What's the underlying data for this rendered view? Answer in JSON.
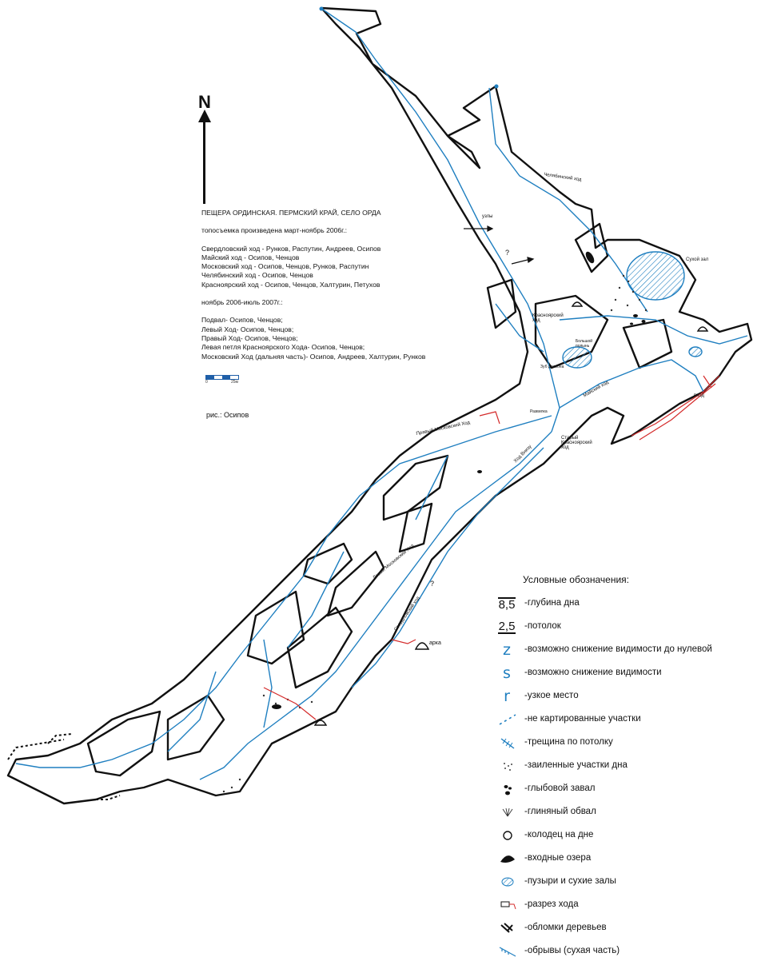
{
  "map": {
    "north_label": "N",
    "info_lines": [
      "ПЕЩЕРА ОРДИНСКАЯ. ПЕРМСКИЙ КРАЙ, СЕЛО ОРДА",
      "",
      "топосъемка произведена март-ноябрь 2006г.:",
      "",
      "Свердловский ход - Рунков, Распутин, Андреев, Осипов",
      "Майский ход - Осипов, Ченцов",
      "Московский ход - Осипов, Ченцов, Рунков, Распутин",
      "Челябинский ход - Осипов, Ченцов",
      "Красноярский ход - Осипов, Ченцов, Халтурин, Петухов",
      "",
      "ноябрь 2006-июль 2007г.:",
      "",
      "Подвал- Осипов, Ченцов;",
      "Левый Ход- Осипов, Ченцов;",
      "Правый Ход- Осипов, Ченцов;",
      "Левая петля Красноярского Хода- Осипов, Ченцов;",
      "Московский Ход (дальняя часть)- Осипов, Андреев, Халтурин, Рунков"
    ],
    "scale_labels": [
      "0",
      "25м"
    ],
    "author": "рис.: Осипов",
    "place_labels": [
      {
        "id": "chelyabinsk",
        "text": "Челябинский ход"
      },
      {
        "id": "sukhoy",
        "text": "Сухой зал"
      },
      {
        "id": "uzly",
        "text": "узлы"
      },
      {
        "id": "question1",
        "text": "?"
      },
      {
        "id": "krasnoyarsk",
        "text": "Красноярский ход"
      },
      {
        "id": "bolshoy",
        "text": "Большой полынь"
      },
      {
        "id": "zub",
        "text": "Зуб Дракона"
      },
      {
        "id": "mayskiy",
        "text": "Майский ход"
      },
      {
        "id": "vkhod",
        "text": "вход"
      },
      {
        "id": "razvilka",
        "text": "Развилка"
      },
      {
        "id": "pravyy",
        "text": "Правый Московский Ход"
      },
      {
        "id": "stary",
        "text": "Старый Красноярский ход"
      },
      {
        "id": "khod_vnizu",
        "text": "Ход Внизу"
      },
      {
        "id": "levyy",
        "text": "Левый Московский Ход"
      },
      {
        "id": "sverdlovsk",
        "text": "Свердловский ход"
      },
      {
        "id": "question2",
        "text": "?"
      },
      {
        "id": "arka",
        "text": "арка"
      }
    ]
  },
  "legend": {
    "title": "Условные обозначения:",
    "items": [
      {
        "symbol": "8,5",
        "label": "-глубина дна",
        "icon": "depth-number"
      },
      {
        "symbol": "2,5",
        "label": "-потолок",
        "icon": "ceiling-number"
      },
      {
        "symbol": "z",
        "label": "-возможно снижение видимости до нулевой",
        "icon": "zero-visibility-letter"
      },
      {
        "symbol": "s",
        "label": "-возможно снижение видимости",
        "icon": "reduced-visibility-letter"
      },
      {
        "symbol": "r",
        "label": "-узкое место",
        "icon": "narrow-letter"
      },
      {
        "label": "-не картированные участки",
        "icon": "dashed-line"
      },
      {
        "label": "-трещина по потолку",
        "icon": "ceiling-crack"
      },
      {
        "label": "-заиленные участки дна",
        "icon": "silt-dots"
      },
      {
        "label": "-глыбовой завал",
        "icon": "boulders"
      },
      {
        "label": "-глиняный обвал",
        "icon": "clay-collapse"
      },
      {
        "label": "-колодец на дне",
        "icon": "circle"
      },
      {
        "label": "-входные озера",
        "icon": "black-lens"
      },
      {
        "label": "-пузыри и сухие залы",
        "icon": "hatched-oval"
      },
      {
        "label": "-разрез хода",
        "icon": "section-mark"
      },
      {
        "label": "-обломки деревьев",
        "icon": "tree-debris"
      },
      {
        "label": "-обрывы (сухая часть)",
        "icon": "drop-line"
      }
    ]
  },
  "colors": {
    "outline": "#111111",
    "survey": "#1f7fc0",
    "section": "#d42a2a"
  }
}
